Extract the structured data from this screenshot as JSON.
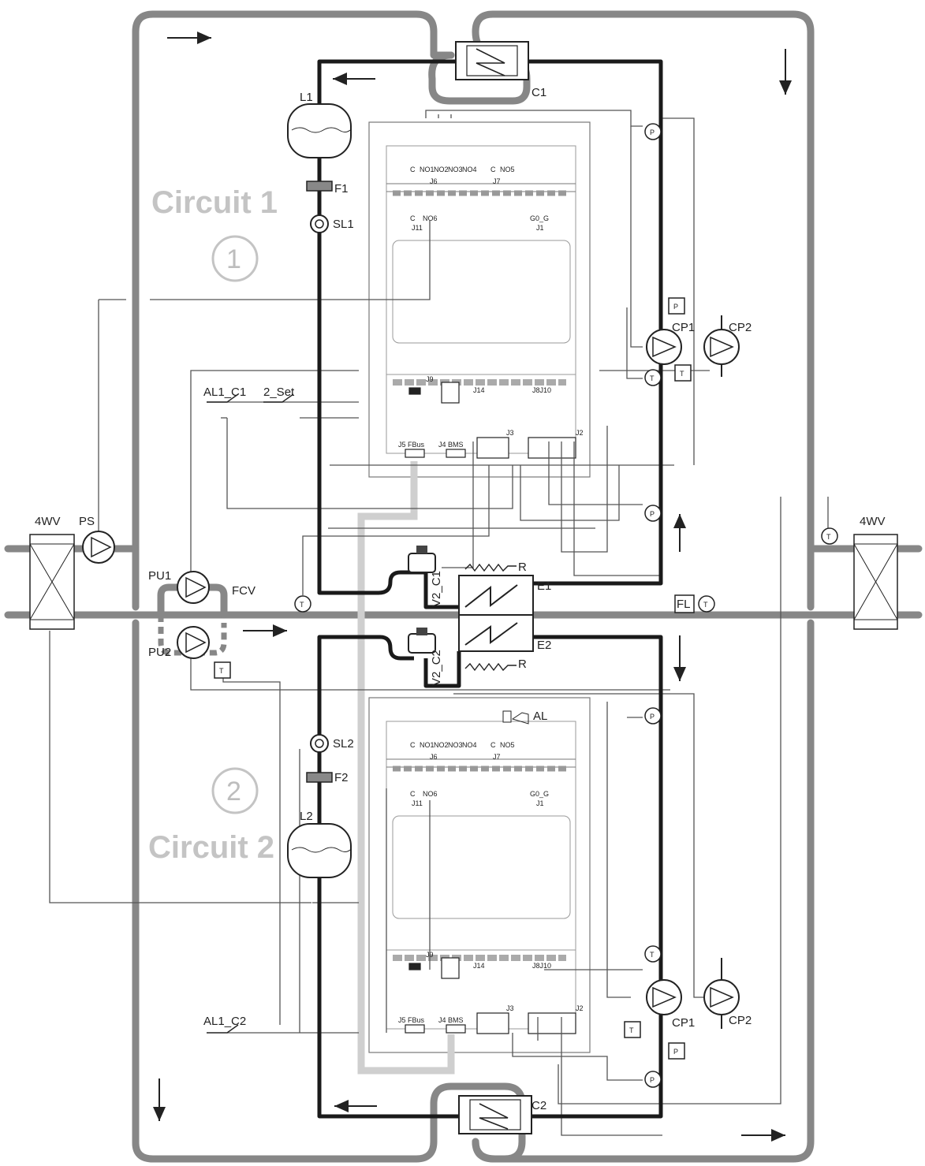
{
  "circuits": [
    {
      "title": "Circuit 1",
      "number": "1"
    },
    {
      "title": "Circuit 2",
      "number": "2"
    }
  ],
  "components": {
    "l1": "L1",
    "f1": "F1",
    "sl1": "SL1",
    "c1": "C1",
    "cp1_top": "CP1",
    "cp2_top": "CP2",
    "l2": "L2",
    "f2": "F2",
    "sl2": "SL2",
    "c2": "C2",
    "cp1_bot": "CP1",
    "cp2_bot": "CP2",
    "e1": "E1",
    "e2": "E2",
    "r_top": "R",
    "r_bot": "R",
    "v2_c1": "V2_C1",
    "v2_c2": "V2_C2",
    "al": "AL",
    "four_wv_left": "4WV",
    "four_wv_right": "4WV",
    "ps": "PS",
    "pu1": "PU1",
    "pu2": "PU2",
    "fcv": "FCV",
    "al1_c1": "AL1_C1",
    "two_set": "2_Set",
    "al1_c2": "AL1_C2",
    "fl": "FL"
  },
  "sensors": {
    "p": "P",
    "t": "T"
  },
  "controller_top": {
    "j6": "J6",
    "j7": "J7",
    "j11": "J11",
    "j1": "J1",
    "j9": "J9",
    "j14": "J14",
    "j8j10": "J8J10",
    "j5": "J5 FBus",
    "j4": "J4 BMS",
    "j3": "J3",
    "j2": "J2",
    "no_j6": [
      "C",
      "NO1",
      "NO2",
      "NO3",
      "NO4"
    ],
    "no_j7": [
      "C",
      "NO5"
    ],
    "no_j11": [
      "C",
      "NO6"
    ],
    "g_j1": "G0_G"
  },
  "controller_bottom": {
    "j6": "J6",
    "j7": "J7",
    "j11": "J11",
    "j1": "J1",
    "j9": "J9",
    "j14": "J14",
    "j8j10": "J8J10",
    "j5": "J5 FBus",
    "j4": "J4 BMS",
    "j3": "J3",
    "j2": "J2",
    "no_j6": [
      "C",
      "NO1",
      "NO2",
      "NO3",
      "NO4"
    ],
    "no_j7": [
      "C",
      "NO5"
    ],
    "no_j11": [
      "C",
      "NO6"
    ],
    "g_j1": "G0_G"
  },
  "colors": {
    "water_pipe": "#878787",
    "refrigerant": "#1a1a1a",
    "label_faded": "#c4c4c4",
    "fieldbus": "#cfcfcf"
  }
}
